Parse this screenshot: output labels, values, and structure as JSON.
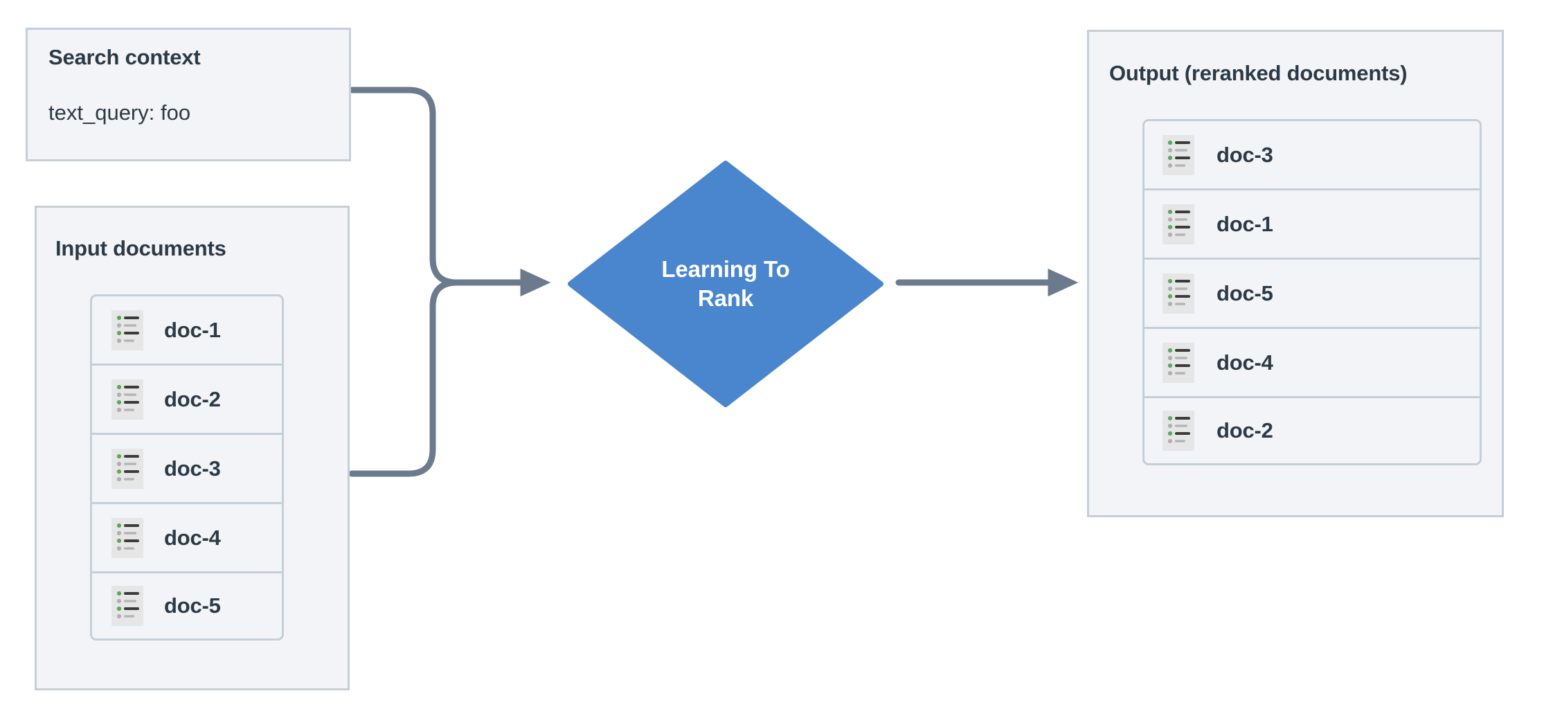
{
  "diagram": {
    "title": "Learning To Rank reranking flow",
    "colors": {
      "panel_fill": "#f2f4f7",
      "panel_border": "#c4cfd9",
      "text": "#2c3a47",
      "node_blue": "#4a86cd",
      "node_text": "#ffffff",
      "connector": "#6b7b8d",
      "icon_bg": "#e6e6e6",
      "icon_bullet_green": "#5aa85a",
      "icon_bullet_gray": "#b0b0b0",
      "icon_line_dark": "#3b3b3b",
      "icon_line_light": "#b5b5b5"
    }
  },
  "search_context": {
    "title": "Search context",
    "query_line": "text_query: foo"
  },
  "input_documents": {
    "title": "Input documents",
    "documents": [
      {
        "label": "doc-1",
        "icon": "document-list-icon"
      },
      {
        "label": "doc-2",
        "icon": "document-list-icon"
      },
      {
        "label": "doc-3",
        "icon": "document-list-icon"
      },
      {
        "label": "doc-4",
        "icon": "document-list-icon"
      },
      {
        "label": "doc-5",
        "icon": "document-list-icon"
      }
    ]
  },
  "process_node": {
    "label_line_1": "Learning To",
    "label_line_2": "Rank",
    "shape": "diamond"
  },
  "output_documents": {
    "title": "Output (reranked documents)",
    "documents": [
      {
        "label": "doc-3",
        "icon": "document-list-icon"
      },
      {
        "label": "doc-1",
        "icon": "document-list-icon"
      },
      {
        "label": "doc-5",
        "icon": "document-list-icon"
      },
      {
        "label": "doc-4",
        "icon": "document-list-icon"
      },
      {
        "label": "doc-2",
        "icon": "document-list-icon"
      }
    ]
  },
  "connectors": [
    {
      "name": "search-context-to-ltr",
      "from": "search_context",
      "to": "process_node",
      "style": "elbow-arrow"
    },
    {
      "name": "input-documents-to-ltr",
      "from": "input_documents",
      "to": "process_node",
      "style": "elbow-arrow"
    },
    {
      "name": "ltr-to-output",
      "from": "process_node",
      "to": "output_documents",
      "style": "straight-arrow"
    }
  ]
}
